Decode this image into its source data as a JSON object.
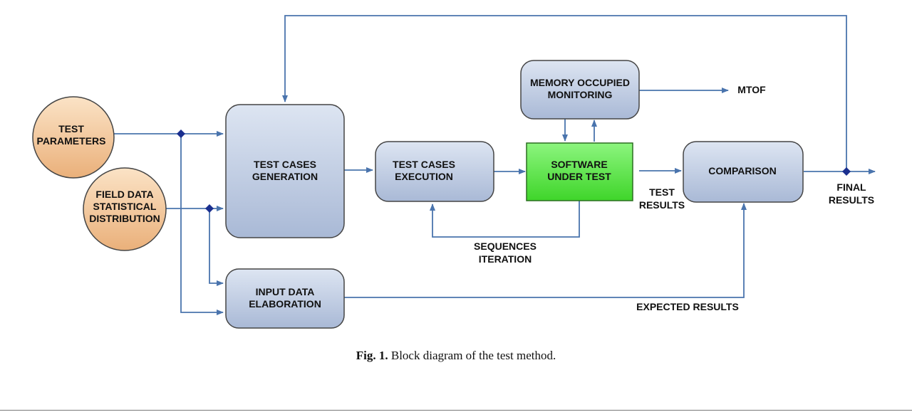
{
  "colors": {
    "connector": "#4a74ad",
    "junction": "#1a2f8f",
    "node_fill_top": "#dde5f2",
    "node_fill_bottom": "#a9b9d6",
    "node_border": "#454545",
    "input_fill_top": "#fbe3c6",
    "input_fill_bottom": "#eab07a",
    "sut_fill_top": "#8cf57e",
    "sut_fill_bottom": "#3fd52a",
    "sut_border": "#2b6e20"
  },
  "nodes": {
    "test_parameters": [
      "TEST",
      "PARAMETERS"
    ],
    "field_data": [
      "FIELD DATA",
      "STATISTICAL",
      "DISTRIBUTION"
    ],
    "test_cases_generation": [
      "TEST CASES",
      "GENERATION"
    ],
    "input_data_elaboration": [
      "INPUT DATA",
      "ELABORATION"
    ],
    "test_cases_execution": [
      "TEST CASES",
      "EXECUTION"
    ],
    "software_under_test": [
      "SOFTWARE",
      "UNDER TEST"
    ],
    "memory_monitoring": [
      "MEMORY OCCUPIED",
      "MONITORING"
    ],
    "comparison": [
      "COMPARISON"
    ]
  },
  "labels": {
    "mtof": "MTOF",
    "test_results": [
      "TEST",
      "RESULTS"
    ],
    "final_results": [
      "FINAL",
      "RESULTS"
    ],
    "sequences_iteration": [
      "SEQUENCES",
      "ITERATION"
    ],
    "expected_results": "EXPECTED RESULTS"
  },
  "caption": {
    "prefix": "Fig. 1.",
    "text": " Block diagram of the test method."
  }
}
